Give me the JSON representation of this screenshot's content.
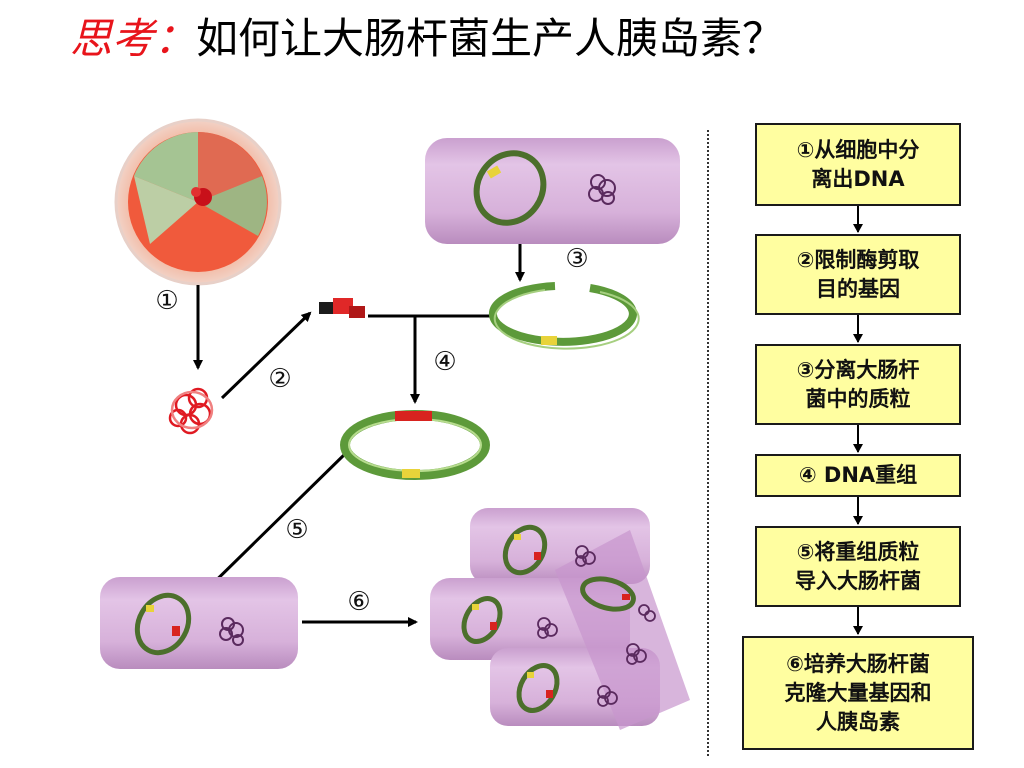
{
  "title": {
    "prefix": "思考：",
    "text": "如何让大肠杆菌生产人胰岛素？"
  },
  "diagram_labels": {
    "l1": "①",
    "l2": "②",
    "l3": "③",
    "l4": "④",
    "l5": "⑤",
    "l6": "⑥"
  },
  "steps": [
    "①从细胞中分\n离出DNA",
    "②限制酶剪取\n目的基因",
    "③分离大肠杆\n菌中的质粒",
    "④ DNA重组",
    "⑤将重组质粒\n导入大肠杆菌",
    "⑥培养大肠杆菌\n克隆大量基因和\n人胰岛素"
  ],
  "colors": {
    "title_prefix": "#e8141b",
    "step_box_fill": "#fffea0",
    "bacterium_fill": "#dab2de",
    "plasmid_green": "#5d9a3a",
    "insert_red": "#d8231f",
    "marker_yellow": "#e8d33a"
  }
}
